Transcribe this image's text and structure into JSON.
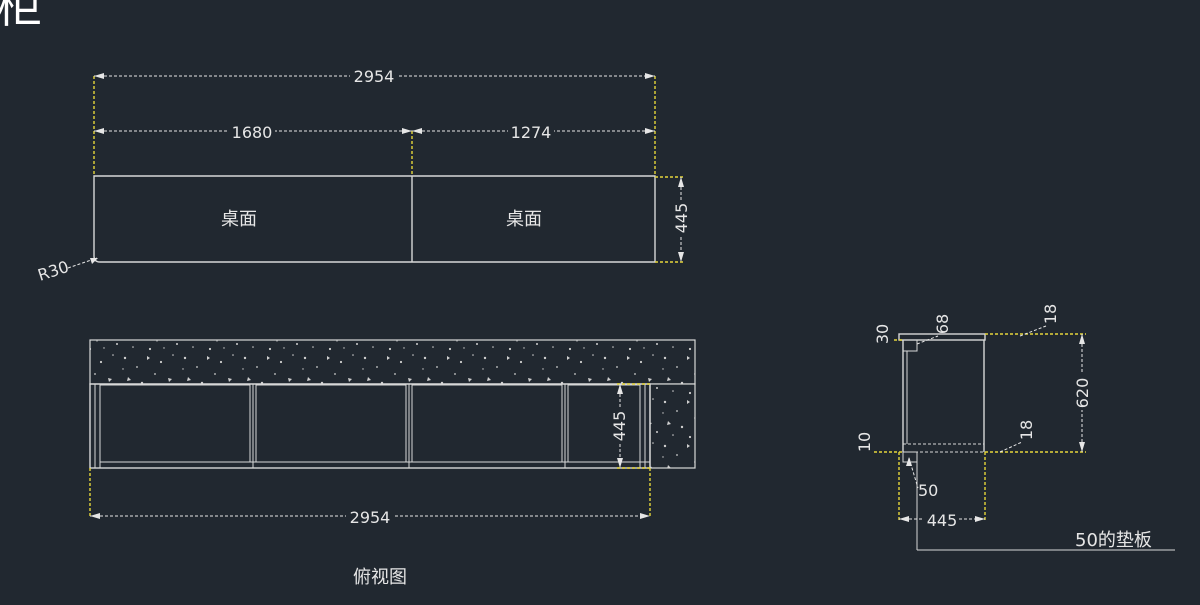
{
  "title_fragment": "柜",
  "top_view": {
    "total_width": "2954",
    "left_width": "1680",
    "right_width": "1274",
    "depth": "445",
    "radius": "R30",
    "left_label": "桌面",
    "right_label": "桌面"
  },
  "front_view": {
    "total_width": "2954",
    "depth": "445",
    "caption": "俯视图"
  },
  "side_view": {
    "dim_30": "30",
    "dim_68": "68",
    "dim_18_top": "18",
    "dim_620": "620",
    "dim_10": "10",
    "dim_18_bottom": "18",
    "dim_50": "50",
    "dim_445": "445",
    "note": "50的垫板"
  },
  "colors": {
    "background": "#212830",
    "line": "#d8d8d8",
    "extension": "#e6d63a",
    "text": "#e6e6e6"
  }
}
